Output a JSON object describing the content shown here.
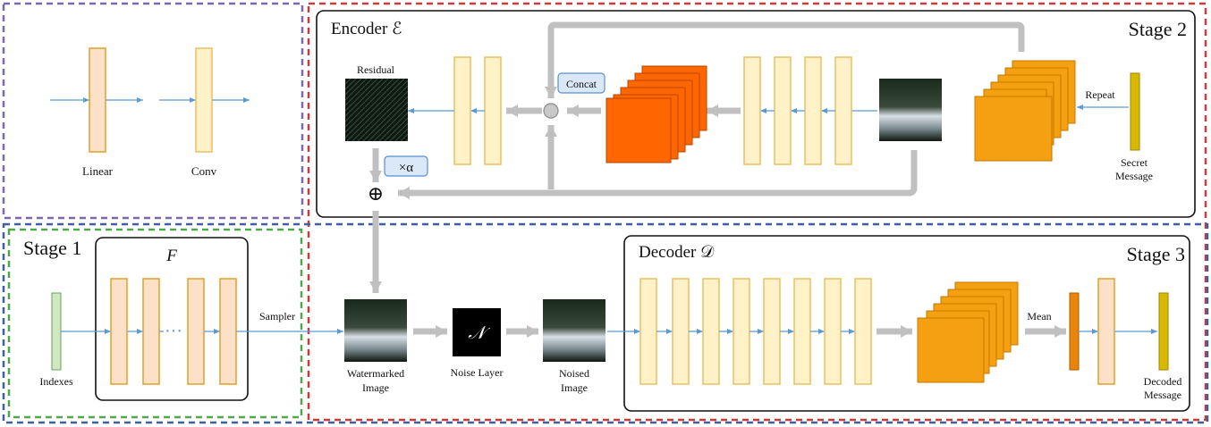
{
  "legend": {
    "linear": "Linear",
    "conv": "Conv"
  },
  "stage1": {
    "title": "Stage 1",
    "module": "F",
    "dots": "···",
    "input": "Indexes",
    "sampler": "Sampler"
  },
  "encoder": {
    "title": "Encoder ℰ",
    "stage": "Stage 2",
    "residual": "Residual",
    "concat": "Concat",
    "alpha": "×α",
    "plus": "⊕",
    "repeat": "Repeat",
    "secret_line1": "Secret",
    "secret_line2": "Message"
  },
  "middle": {
    "watermarked_line1": "Watermarked",
    "watermarked_line2": "Image",
    "noise_symbol": "𝒩",
    "noise_label": "Noise Layer",
    "noised_line1": "Noised",
    "noised_line2": "Image"
  },
  "decoder": {
    "title": "Decoder 𝒟",
    "stage": "Stage 3",
    "mean": "Mean",
    "decoded_line1": "Decoded",
    "decoded_line2": "Message"
  },
  "colors": {
    "purple_dash": "#7b68b0",
    "red_dash": "#cc3b3b",
    "blue_dash": "#3f5fa0",
    "green_dash": "#4fa84a",
    "linear_fill": "#fde0c8",
    "linear_stroke": "#e0a02a",
    "conv_fill": "#fff2c8",
    "conv_stroke": "#e8c060",
    "orange_dark": "#ff6600",
    "orange_light": "#f5a010",
    "yellow_msg": "#d8b800",
    "green_idx": "#cfe8c0",
    "tag_fill": "#dbe8f8",
    "tag_stroke": "#5b8fd0",
    "arrow_blue": "#5b9bd5",
    "arrow_gray": "#c0c0c0"
  }
}
